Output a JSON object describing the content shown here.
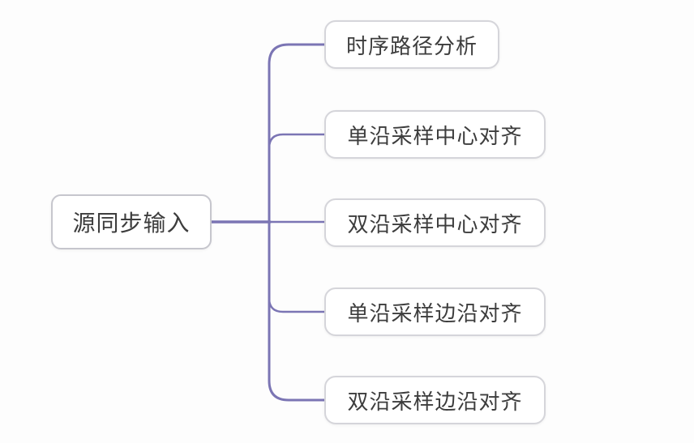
{
  "diagram": {
    "type": "mindmap",
    "root": {
      "label": "源同步输入"
    },
    "children": [
      {
        "label": "时序路径分析"
      },
      {
        "label": "单沿采样中心对齐"
      },
      {
        "label": "双沿采样中心对齐"
      },
      {
        "label": "单沿采样边沿对齐"
      },
      {
        "label": "双沿采样边沿对齐"
      }
    ],
    "colors": {
      "connector": "#7b75b4",
      "node_border": "#d5d5da",
      "root_border": "#c6c6cd",
      "text": "#3d3d3d",
      "background": "#fdfdfd"
    }
  }
}
